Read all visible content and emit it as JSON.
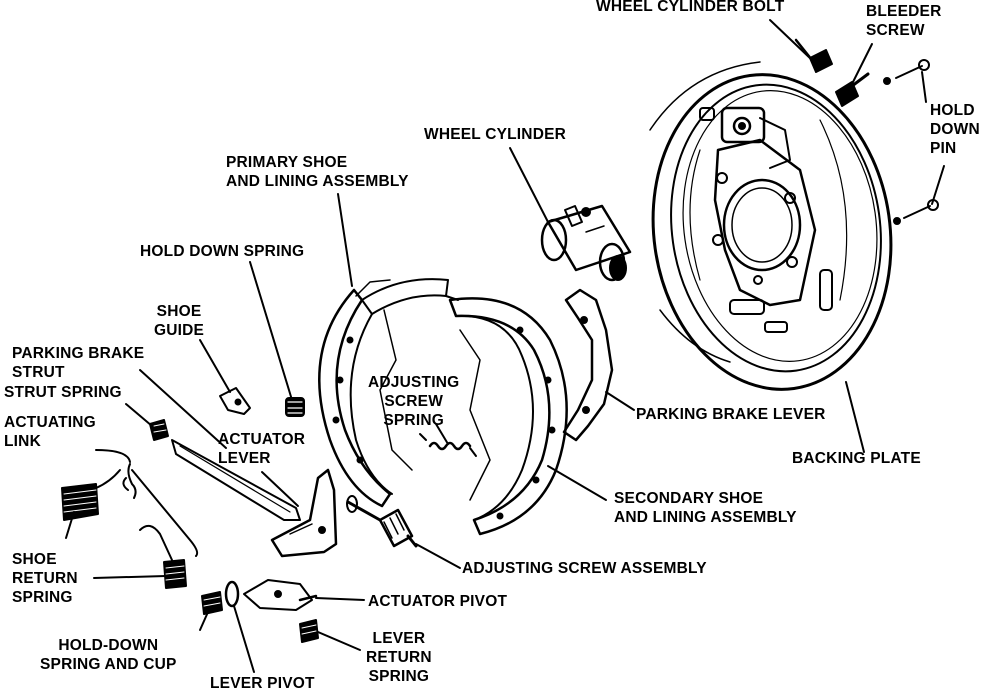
{
  "labels": {
    "wheel_cylinder_bolt": "WHEEL CYLINDER BOLT",
    "bleeder_screw": "BLEEDER\nSCREW",
    "hold_down_pin": "HOLD\nDOWN\nPIN",
    "wheel_cylinder": "WHEEL CYLINDER",
    "primary_shoe": "PRIMARY SHOE\nAND LINING ASSEMBLY",
    "hold_down_spring": "HOLD DOWN SPRING",
    "shoe_guide": "SHOE\nGUIDE",
    "parking_brake_strut": "PARKING BRAKE\nSTRUT",
    "strut_spring": "STRUT SPRING",
    "actuating_link": "ACTUATING\nLINK",
    "actuator_lever": "ACTUATOR\nLEVER",
    "adjusting_screw_spring": "ADJUSTING\nSCREW\nSPRING",
    "parking_brake_lever": "PARKING BRAKE LEVER",
    "backing_plate": "BACKING PLATE",
    "secondary_shoe": "SECONDARY SHOE\nAND LINING ASSEMBLY",
    "shoe_return_spring": "SHOE\nRETURN\nSPRING",
    "adjusting_screw_assembly": "ADJUSTING SCREW ASSEMBLY",
    "actuator_pivot": "ACTUATOR PIVOT",
    "hold_down_spring_and_cup": "HOLD-DOWN\nSPRING AND CUP",
    "lever_pivot": "LEVER PIVOT",
    "lever_return_spring": "LEVER\nRETURN\nSPRING"
  }
}
